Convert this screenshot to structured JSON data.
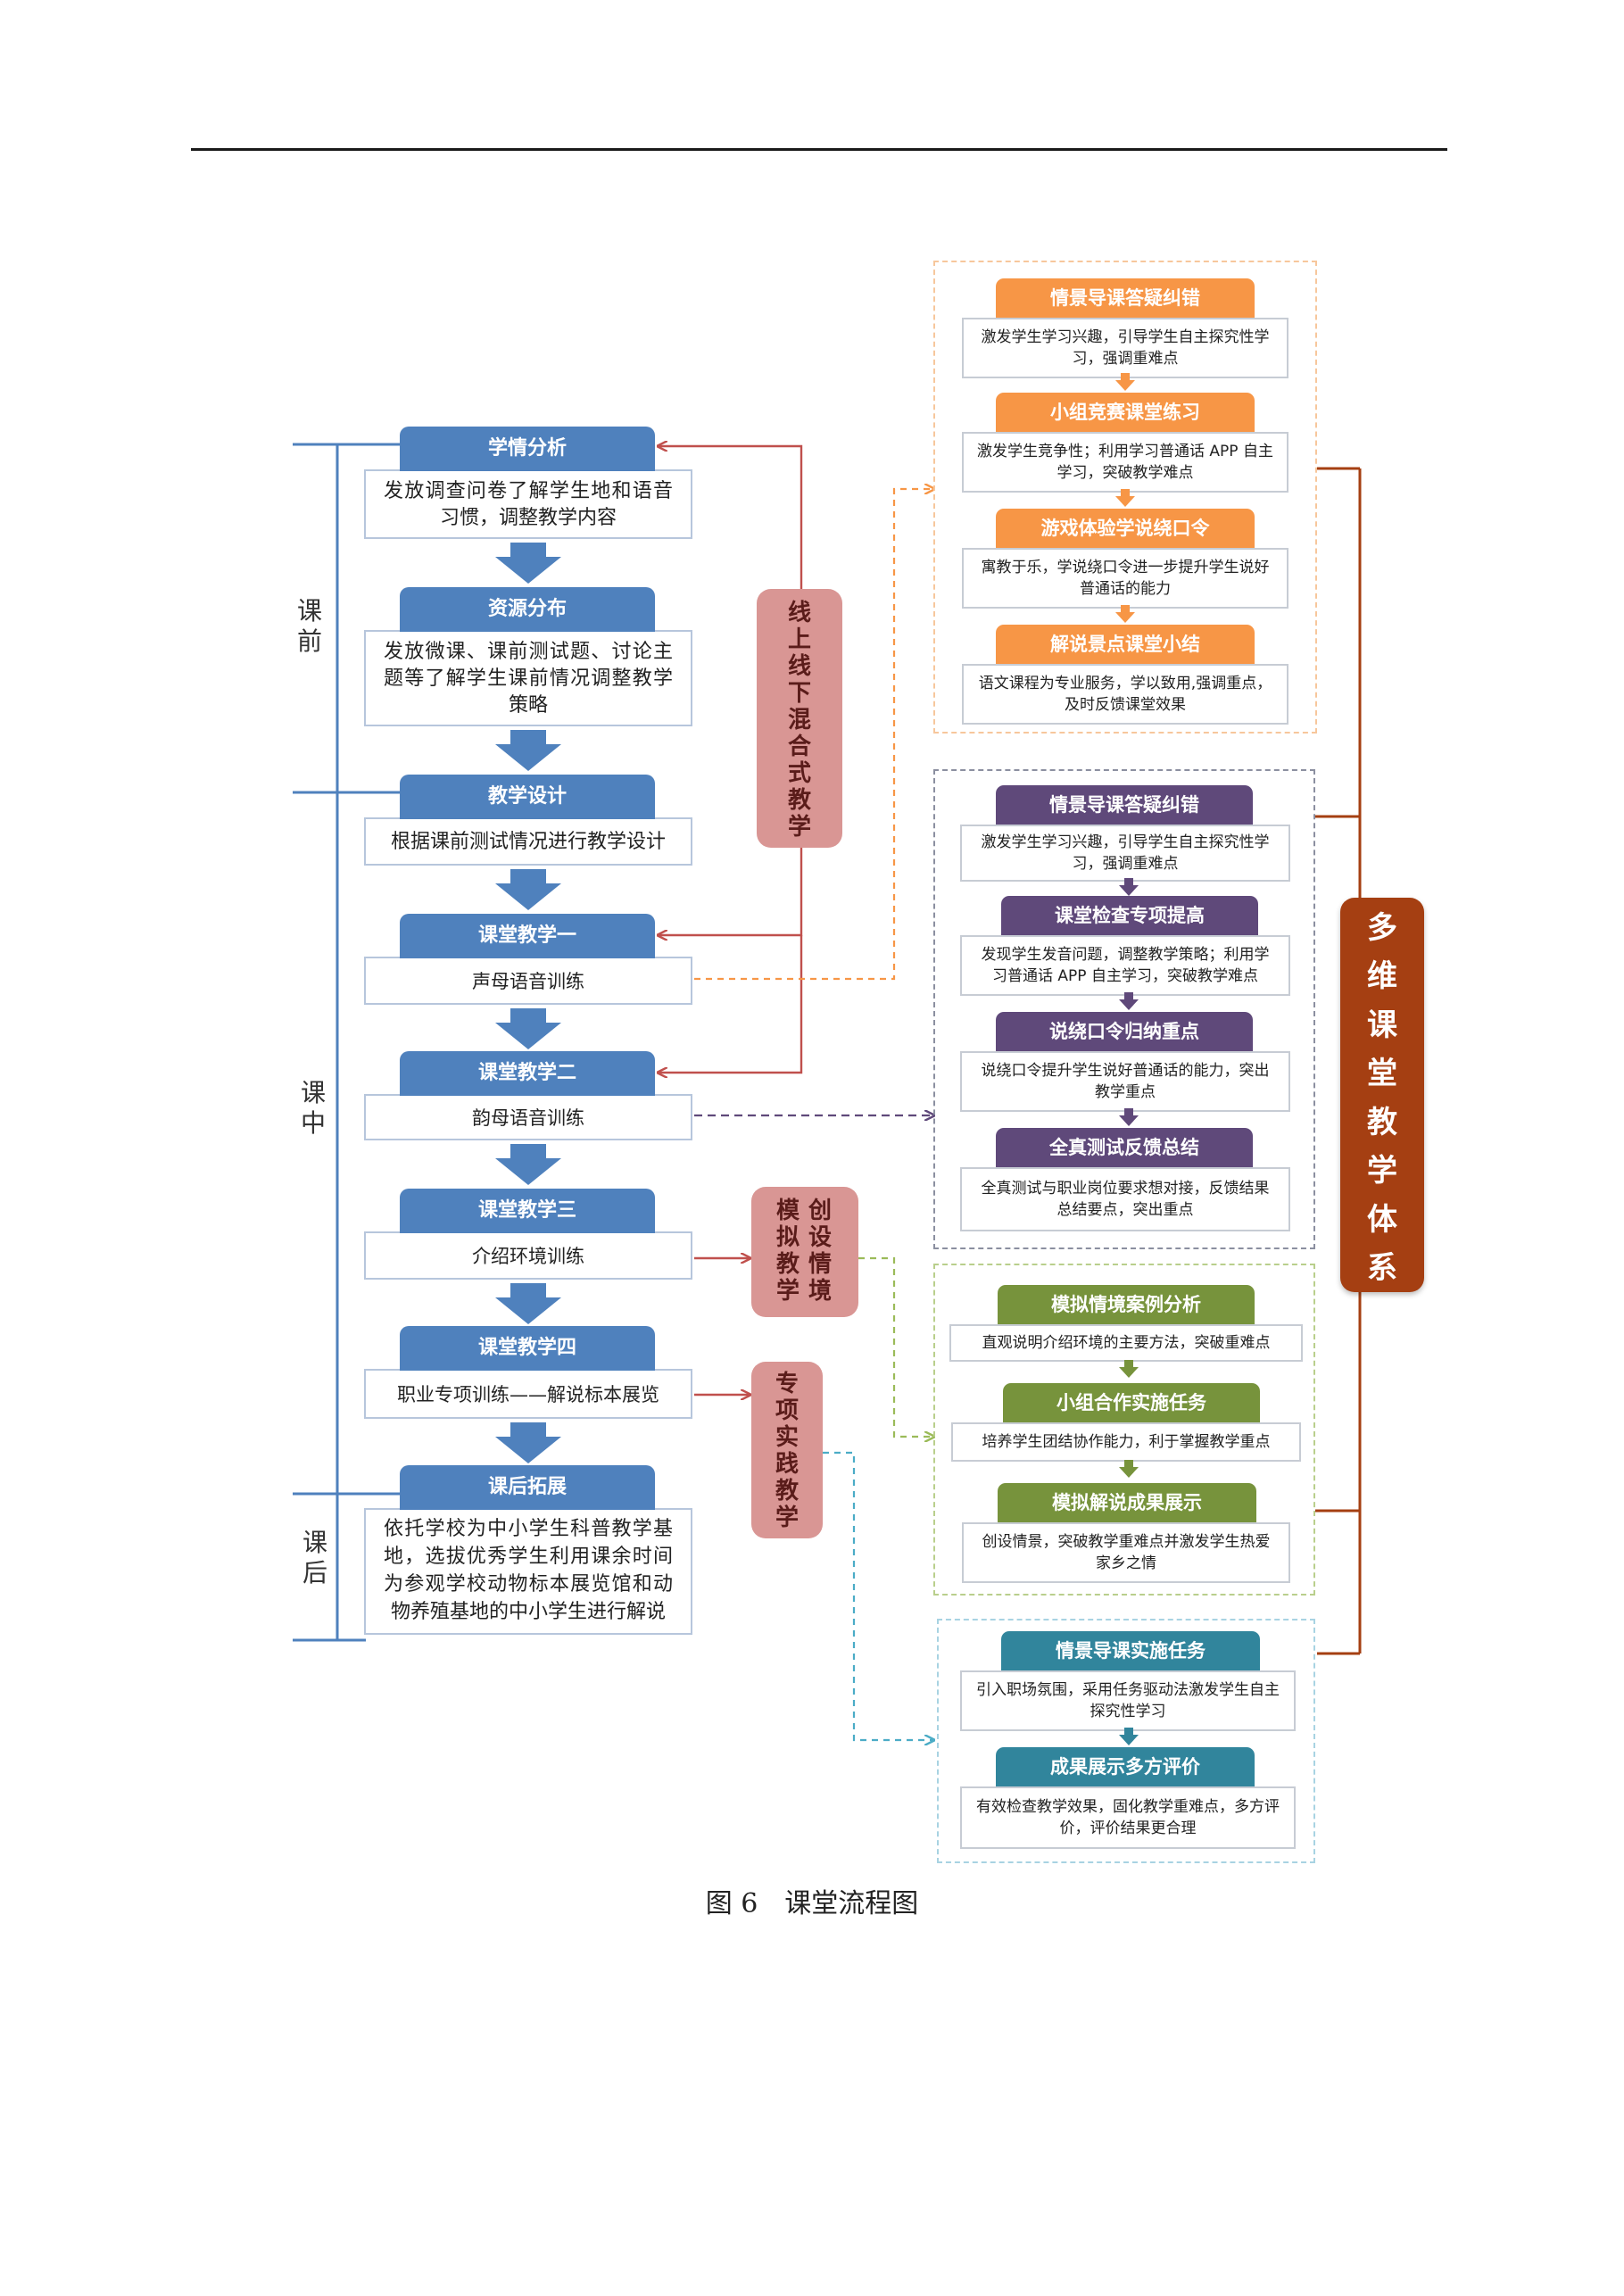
{
  "figure": {
    "caption": "图 6　课堂流程图"
  },
  "phases": {
    "before": "课前",
    "during": "课中",
    "after": "课后"
  },
  "left_steps": [
    {
      "title": "学情分析",
      "desc": "发放调查问卷了解学生地和语音习惯，调整教学内容"
    },
    {
      "title": "资源分布",
      "desc": "发放微课、课前测试题、讨论主题等了解学生课前情况调整教学策略"
    },
    {
      "title": "教学设计",
      "desc": "根据课前测试情况进行教学设计"
    },
    {
      "title": "课堂教学一",
      "desc": "声母语音训练"
    },
    {
      "title": "课堂教学二",
      "desc": "韵母语音训练"
    },
    {
      "title": "课堂教学三",
      "desc": "介绍环境训练"
    },
    {
      "title": "课堂教学四",
      "desc": "职业专项训练——解说标本展览"
    },
    {
      "title": "课后拓展",
      "desc": "依托学校为中小学生科普教学基地，选拔优秀学生利用课余时间为参观学校动物标本展览馆和动物养殖基地的中小学生进行解说"
    }
  ],
  "modes": {
    "online_offline": "线上线下混合式教学",
    "simulation_line1": "模拟教学",
    "simulation_line2": "创设情境",
    "practice": "专项实践教学"
  },
  "groups": [
    {
      "color": "#f79646",
      "items": [
        {
          "title": "情景导课答疑纠错",
          "desc": "激发学生学习兴趣，引导学生自主探究性学习，强调重难点"
        },
        {
          "title": "小组竞赛课堂练习",
          "desc": "激发学生竞争性；利用学习普通话 APP 自主学习，突破教学难点"
        },
        {
          "title": "游戏体验学说绕口令",
          "desc": "寓教于乐，学说绕口令进一步提升学生说好普通话的能力"
        },
        {
          "title": "解说景点课堂小结",
          "desc": "语文课程为专业服务，学以致用,强调重点，及时反馈课堂效果"
        }
      ]
    },
    {
      "color": "#5f497a",
      "items": [
        {
          "title": "情景导课答疑纠错",
          "desc": "激发学生学习兴趣，引导学生自主探究性学习，强调重难点"
        },
        {
          "title": "课堂检查专项提高",
          "desc": "发现学生发音问题，调整教学策略；利用学习普通话 APP 自主学习，突破教学难点"
        },
        {
          "title": "说绕口令归纳重点",
          "desc": "说绕口令提升学生说好普通话的能力，突出教学重点"
        },
        {
          "title": "全真测试反馈总结",
          "desc": "全真测试与职业岗位要求想对接，反馈结果总结要点，突出重点"
        }
      ]
    },
    {
      "color": "#77933c",
      "items": [
        {
          "title": "模拟情境案例分析",
          "desc": "直观说明介绍环境的主要方法，突破重难点"
        },
        {
          "title": "小组合作实施任务",
          "desc": "培养学生团结协作能力，利于掌握教学重点"
        },
        {
          "title": "模拟解说成果展示",
          "desc": "创设情景，突破教学重难点并激发学生热爱家乡之情"
        }
      ]
    },
    {
      "color": "#31859c",
      "items": [
        {
          "title": "情景导课实施任务",
          "desc": "引入职场氛围，采用任务驱动法激发学生自主探究性学习"
        },
        {
          "title": "成果展示多方评价",
          "desc": "有效检查教学效果，固化教学重难点，多方评价，评价结果更合理"
        }
      ]
    }
  ],
  "system": {
    "label": "多维课堂教学体系"
  }
}
